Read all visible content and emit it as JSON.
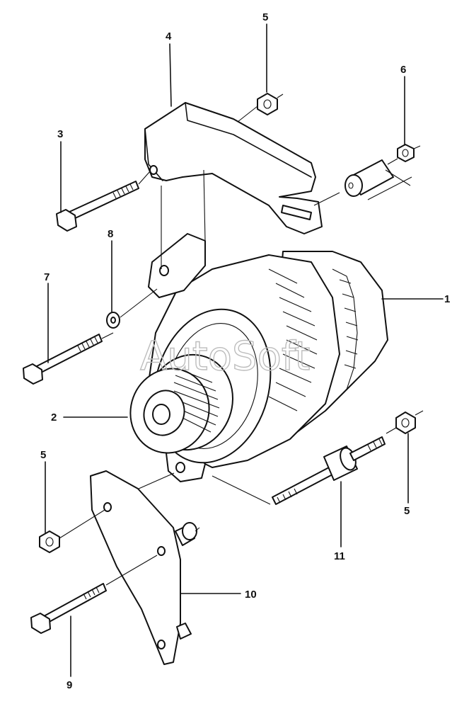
{
  "watermark": "AutoSoft",
  "callouts": {
    "c1": "1",
    "c2": "2",
    "c3": "3",
    "c4": "4",
    "c5a": "5",
    "c5b": "5",
    "c5c": "5",
    "c6": "6",
    "c7": "7",
    "c8": "8",
    "c9": "9",
    "c10": "10",
    "c11": "11"
  },
  "colors": {
    "ink": "#111111",
    "background": "#ffffff",
    "watermark": "#bdbdbd"
  }
}
